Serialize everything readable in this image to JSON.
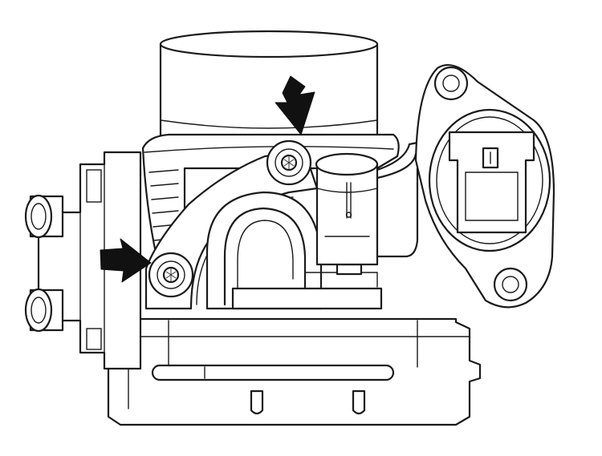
{
  "figure": {
    "subject": "throttle-body",
    "background_color": "#ffffff",
    "line_color": "#1a1a1a",
    "arrow_color": "#111111",
    "callouts": [
      {
        "name": "upper-bolt-arrow",
        "icon": "arrow-down-icon"
      },
      {
        "name": "lower-bolt-arrow",
        "icon": "arrow-right-icon"
      }
    ]
  }
}
